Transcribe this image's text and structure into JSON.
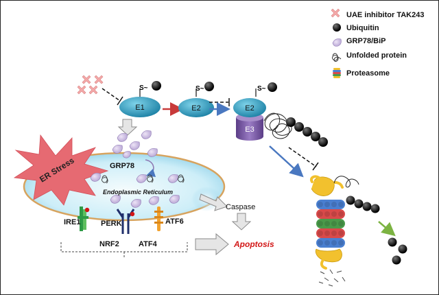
{
  "legend": {
    "items": [
      {
        "label": "UAE inhibitor TAK243",
        "icon": "cross-pattern-icon"
      },
      {
        "label": "Ubiquitin",
        "icon": "black-ball-icon"
      },
      {
        "label": "GRP78/BiP",
        "icon": "purple-petal-icon"
      },
      {
        "label": "Unfolded protein",
        "icon": "tangle-icon"
      },
      {
        "label": "Proteasome",
        "icon": "proteasome-icon"
      }
    ]
  },
  "enzymes": {
    "e1": "E1",
    "e2a": "E2",
    "e2b": "E2",
    "e3": "E3",
    "thioester": "S~"
  },
  "er": {
    "stress": "ER Stress",
    "grp78": "GRP78",
    "title": "Endoplasmic Reticulum"
  },
  "sensors": {
    "ire1": "IRE1",
    "perk": "PERK",
    "atf6": "ATF6"
  },
  "factors": {
    "nrf2": "NRF2",
    "atf4": "ATF4"
  },
  "outcomes": {
    "caspase": "Caspase",
    "apoptosis": "Apoptosis"
  },
  "colors": {
    "enzyme_teal": "#1f8fb0",
    "e3_purple": "#7d5aa6",
    "er_blue": "#bfe6f4",
    "stress_red": "#e66a72",
    "apoptosis_red": "#d21616",
    "arrow_red": "#c83a3a",
    "arrow_blue": "#4a78c0",
    "arrow_green": "#7cb342"
  }
}
